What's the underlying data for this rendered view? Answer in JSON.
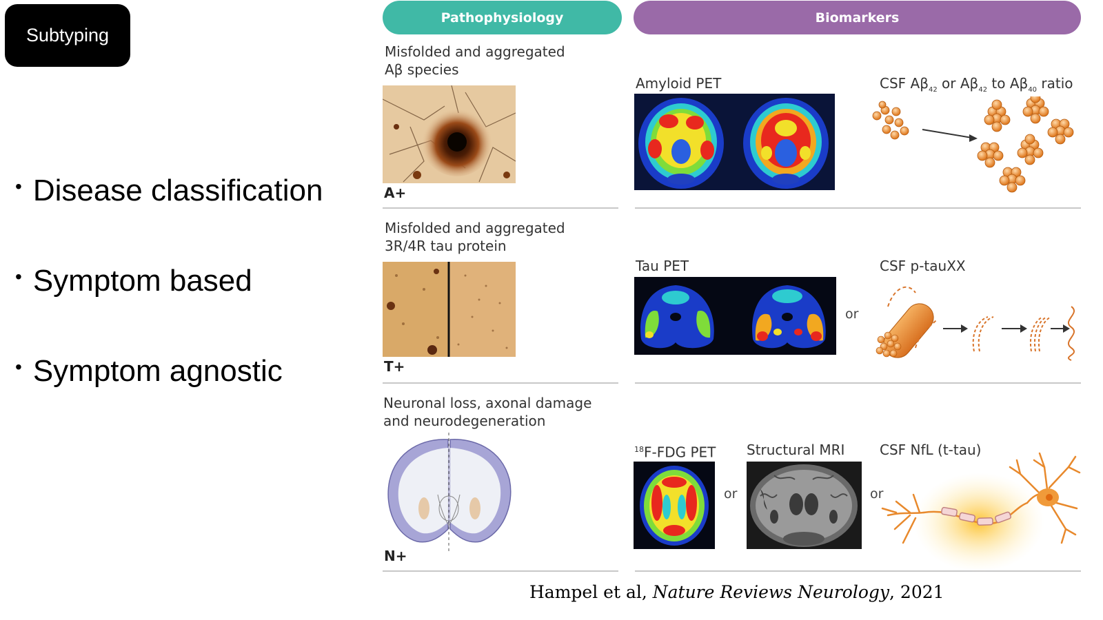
{
  "subtyping_label": "Subtyping",
  "bullets": [
    "Disease classification",
    "Symptom based",
    "Symptom agnostic"
  ],
  "bullet_glyph": "•",
  "headers": {
    "pathophysiology": "Pathophysiology",
    "biomarkers": "Biomarkers"
  },
  "rows": {
    "amyloid": {
      "patho_line1": "Misfolded and aggregated",
      "patho_line2": "Aβ species",
      "tag": "A+",
      "pet_label": "Amyloid PET",
      "csf_prefix": "CSF Aβ",
      "csf_sub1": "42",
      "csf_mid": " or Aβ",
      "csf_sub2": "42",
      "csf_to": " to Aβ",
      "csf_sub3": "40",
      "csf_suffix": " ratio"
    },
    "tau": {
      "patho_line1": "Misfolded and aggregated",
      "patho_line2": "3R/4R tau protein",
      "tag": "T+",
      "pet_label": "Tau PET",
      "or_label": "or",
      "csf_label": "CSF p-tauXX"
    },
    "neuro": {
      "patho_line1": "Neuronal loss, axonal damage",
      "patho_line2": "and neurodegeneration",
      "tag": "N+",
      "fdg_sup": "18",
      "fdg_label": "F-FDG PET",
      "or1": "or",
      "mri_label": "Structural MRI",
      "or2": "or",
      "csf_label": "CSF NfL (t-tau)"
    }
  },
  "citation": {
    "authors": "Hampel et al, ",
    "journal": "Nature Reviews Neurology",
    "year": ", 2021"
  },
  "colors": {
    "pathophysiology": "#40b9a6",
    "biomarkers": "#9a6aa8",
    "neuron": "#e8892c"
  }
}
